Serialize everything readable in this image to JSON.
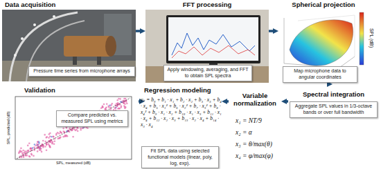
{
  "diagram": {
    "nodes": [
      {
        "text": [
          "Data acquisition",
          "Pressure time series from microphone arrays"
        ]
      },
      {
        "text": [
          "FFT processing",
          "Apply windowing, averaging, and FFT to obtain SPL spectra"
        ]
      },
      {
        "text": [
          "Spherical projection",
          "Map microphone data to angular coordinates"
        ]
      },
      {
        "text": [
          "Spectral integration",
          "Aggregate SPL values in 1/3-octave bands or over full bandwidth"
        ]
      },
      {
        "text": [
          "Variable normalization"
        ]
      },
      {
        "text": [
          "Regression modeling",
          "Fit SPL data using selected functional models (linear, poly, log, exp)."
        ]
      },
      {
        "text": [
          "Validation",
          "Compare predicted vs. measured SPL using metrics"
        ]
      }
    ],
    "edges": [
      {
        "from": 0,
        "to": 1,
        "arrow": "to"
      },
      {
        "from": 1,
        "to": 2,
        "arrow": "to"
      },
      {
        "from": 2,
        "to": 3,
        "arrow": "to"
      },
      {
        "from": 3,
        "to": 4,
        "arrow": "to"
      },
      {
        "from": 4,
        "to": 5,
        "arrow": "to"
      },
      {
        "from": 5,
        "to": 6,
        "arrow": "to"
      }
    ],
    "labels": [
      "SPL (dB)",
      "x₁ = NT/9",
      "x₂ = α",
      "x₃ = θ/max(θ)",
      "x₄ = φ/max(φ)",
      "yₙ = b₀ + b₁ · x₁ + b₂ · x₂ + b₃ · x₃ + b₄ · x₄ + b₅ · x₁² + b₆ · x₂² + b₇ · x₃² + b₈ · x₄² + b₉ · x₁ · x₂ + b₁₀ · x₁ · x₃ + b₁₁ · x₁ · x₄ + b₁₂ · x₂ · x₃ + b₁₃ · x₂ · x₄ + b₁₄ · x₃ · x₄",
      "SPL, measured (dB)",
      "SPL, predicted (dB)"
    ]
  }
}
